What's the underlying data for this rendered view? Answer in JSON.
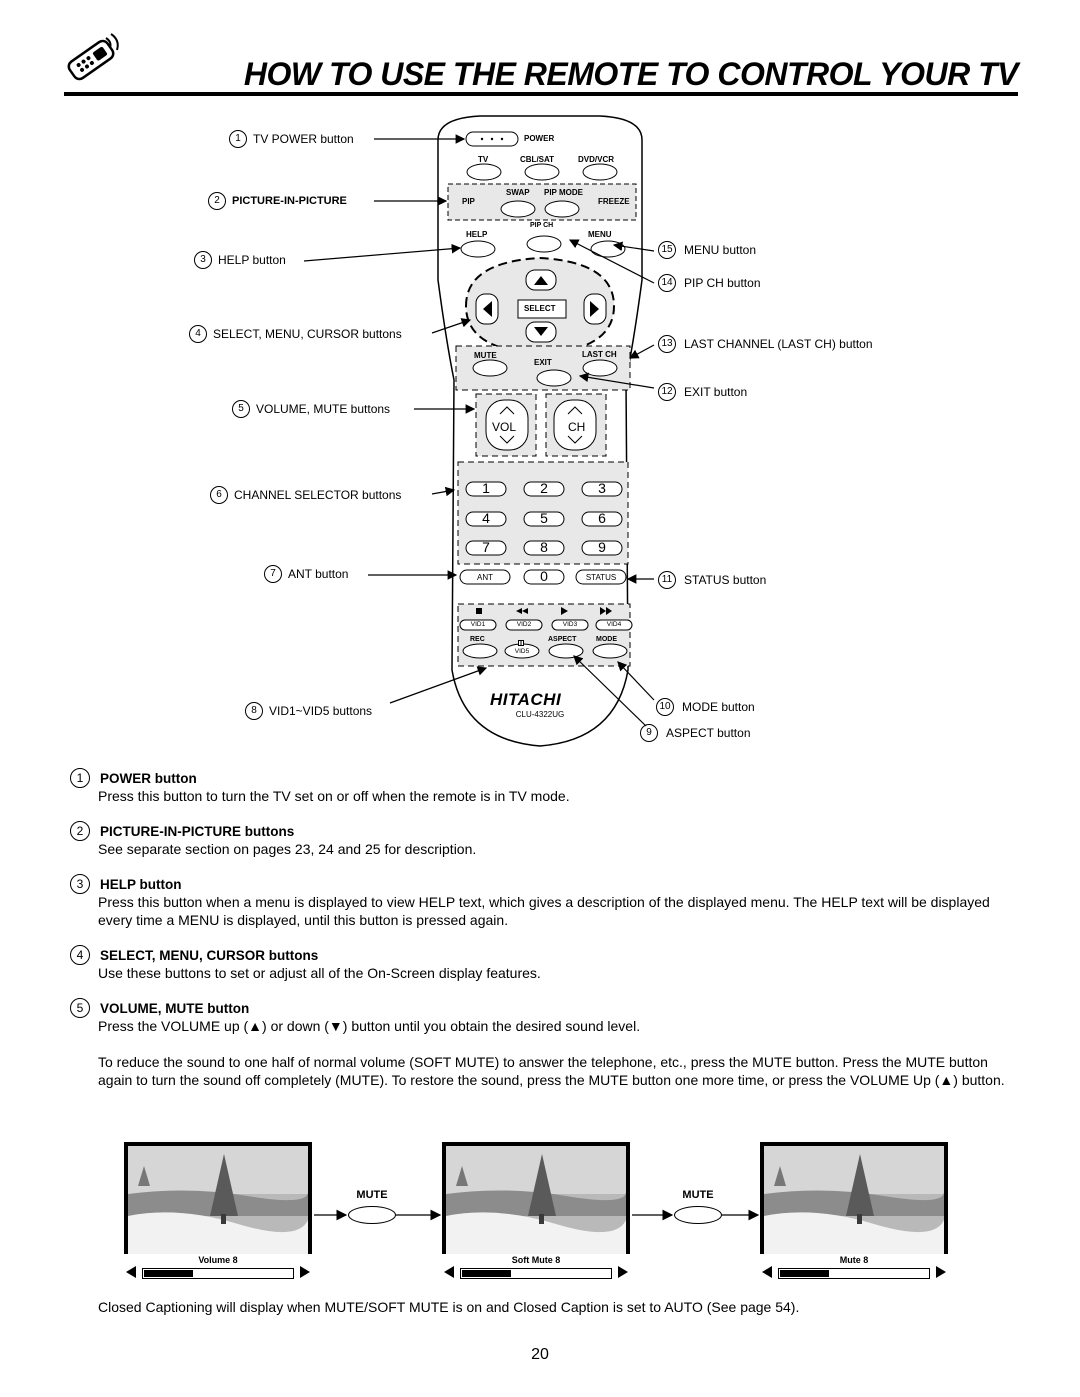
{
  "header": {
    "title": "HOW TO USE THE REMOTE TO CONTROL YOUR TV",
    "icon": "remote-control-icon"
  },
  "remote": {
    "power_label": "POWER",
    "source_labels": [
      "TV",
      "CBL/SAT",
      "DVD/VCR"
    ],
    "pip_label": "PIP",
    "swap_label": "SWAP",
    "pip_mode_label": "PIP MODE",
    "freeze_label": "FREEZE",
    "help_label": "HELP",
    "pip_ch_label": "PIP CH",
    "menu_label": "MENU",
    "select_label": "SELECT",
    "mute_label": "MUTE",
    "exit_label": "EXIT",
    "last_ch_label": "LAST CH",
    "vol_label": "VOL",
    "ch_label": "CH",
    "digits": [
      "1",
      "2",
      "3",
      "4",
      "5",
      "6",
      "7",
      "8",
      "9"
    ],
    "ant_label": "ANT",
    "zero_label": "0",
    "status_label": "STATUS",
    "vid_labels": [
      "VID1",
      "VID2",
      "VID3",
      "VID4"
    ],
    "rec_label": "REC",
    "vid5_label": "VID5",
    "aspect_label": "ASPECT",
    "mode_label": "MODE",
    "brand": "HITACHI",
    "model": "CLU-4322UG"
  },
  "callouts_left": [
    {
      "num": "1",
      "text": "TV POWER button"
    },
    {
      "num": "2",
      "text": "PICTURE-IN-PICTURE"
    },
    {
      "num": "3",
      "text": "HELP button"
    },
    {
      "num": "4",
      "text": "SELECT, MENU, CURSOR buttons"
    },
    {
      "num": "5",
      "text": "VOLUME, MUTE buttons"
    },
    {
      "num": "6",
      "text": "CHANNEL SELECTOR buttons"
    },
    {
      "num": "7",
      "text": "ANT button"
    },
    {
      "num": "8",
      "text": "VID1~VID5 buttons"
    }
  ],
  "callouts_right": [
    {
      "num": "15",
      "text": "MENU button"
    },
    {
      "num": "14",
      "text": "PIP CH button"
    },
    {
      "num": "13",
      "text": "LAST CHANNEL (LAST CH) button"
    },
    {
      "num": "12",
      "text": "EXIT button"
    },
    {
      "num": "11",
      "text": "STATUS button"
    },
    {
      "num": "10",
      "text": "MODE button"
    },
    {
      "num": "9",
      "text": "ASPECT button"
    }
  ],
  "sections": [
    {
      "num": "1",
      "heading": "POWER button",
      "body": "Press this button to turn the TV set on or off when the remote is in TV mode."
    },
    {
      "num": "2",
      "heading": "PICTURE-IN-PICTURE buttons",
      "body": "See separate section on pages 23, 24 and 25 for description."
    },
    {
      "num": "3",
      "heading": "HELP button",
      "body": "Press this button when a menu is displayed to view HELP text, which gives a description of the displayed menu.  The HELP text will be displayed every time a MENU is displayed, until this button is pressed again."
    },
    {
      "num": "4",
      "heading": "SELECT, MENU, CURSOR buttons",
      "body": "Use these buttons to set or adjust all of the On-Screen display features."
    },
    {
      "num": "5",
      "heading": "VOLUME, MUTE button",
      "body": "Press the VOLUME up (▲) or down (▼) button until you obtain the desired sound level.",
      "body2": "To reduce the sound to one half of normal volume (SOFT MUTE) to answer the telephone, etc., press the MUTE button.  Press the MUTE button again to turn the sound off completely (MUTE).  To restore the sound, press the MUTE button one more time, or press the VOLUME Up (▲) button."
    }
  ],
  "screens": [
    {
      "label": "Volume  8",
      "level": 0.33
    },
    {
      "label": "Soft Mute  8",
      "level": 0.33
    },
    {
      "label": "Mute  8",
      "level": 0.33
    }
  ],
  "mute_buttons": [
    "MUTE",
    "MUTE"
  ],
  "footnote": "Closed Captioning will display when MUTE/SOFT MUTE is on and Closed Caption is set to AUTO (See page 54).",
  "page_number": "20"
}
